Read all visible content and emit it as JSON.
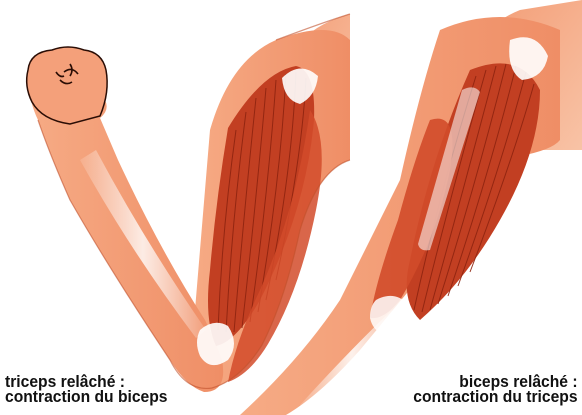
{
  "captions": {
    "left": {
      "line1": "triceps relâché :",
      "line2": "contraction du biceps"
    },
    "right": {
      "line1": "biceps relâché :",
      "line2": "contraction du triceps"
    }
  },
  "colors": {
    "skin": "#f4a07a",
    "skin_shadow": "#e07850",
    "muscle": "#c23f22",
    "muscle_dark": "#8f2410",
    "tendon": "#ffffff",
    "outline": "#2a0d05"
  }
}
